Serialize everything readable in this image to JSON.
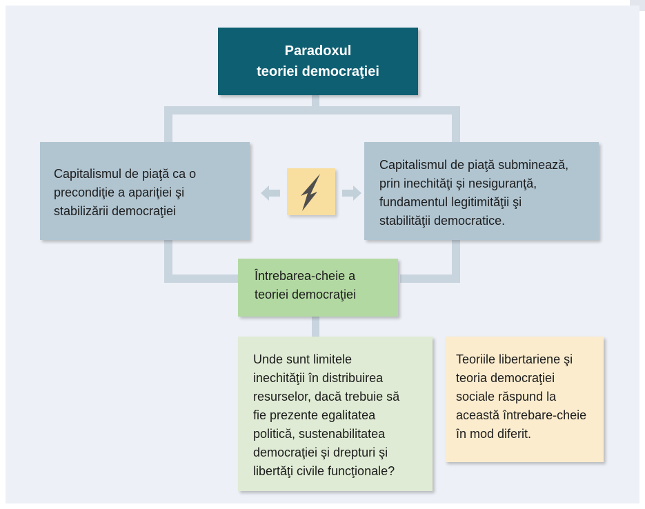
{
  "diagram": {
    "title": {
      "line1": "Paradoxul",
      "line2": "teoriei democraţiei"
    },
    "left_box": {
      "lines": [
        "Capitalismul de piaţă ca o",
        "precondiţie a apariţiei şi",
        "stabilizării democraţiei"
      ]
    },
    "right_box": {
      "lines": [
        "Capitalismul de piaţă subminează,",
        "prin inechităţi şi nesiguranţă,",
        "fundamentul legitimităţii şi",
        "stabilităţii democratice."
      ]
    },
    "key_question": {
      "lines": [
        "Întrebarea-cheie a",
        "teoriei democraţiei"
      ]
    },
    "question_box": {
      "lines": [
        "Unde sunt limitele",
        "inechităţii în distribuirea",
        "resurselor, dacă trebuie să",
        "fie prezente egalitatea",
        "politică, sustenabilitatea",
        "democraţiei şi drepturi şi",
        "libertăţi civile funcţionale?"
      ]
    },
    "answer_box": {
      "lines": [
        "Teoriile libertariene şi",
        "teoria democraţiei",
        "sociale răspund la",
        "această întrebare-cheie",
        "în mod diferit."
      ]
    },
    "icons": {
      "conflict": "lightning-bolt-icon",
      "left": "arrow-left-icon",
      "right": "arrow-right-icon"
    },
    "colors": {
      "title_bg": "#0e5f72",
      "grey_blue_box": "#b1c5d1",
      "green_box": "#b3d9a2",
      "light_green_box": "#dfebd4",
      "cream_box": "#fbecce",
      "lightning_bg": "#f8dfa0",
      "connector": "#c8d4de",
      "background": "#edf0f6"
    }
  }
}
